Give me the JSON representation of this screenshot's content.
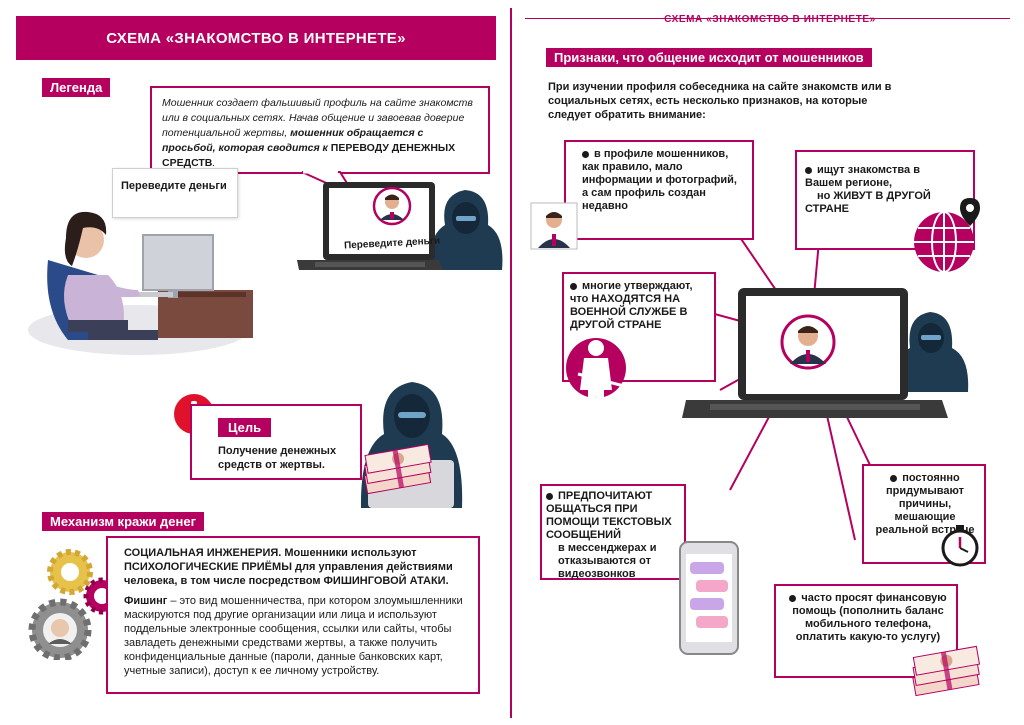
{
  "left": {
    "banner_title": "СХЕМА «ЗНАКОМСТВО В ИНТЕРНЕТЕ»",
    "legend": {
      "tag": "Легенда",
      "text_1": "Мошенник создает фальшивый профиль на сайте знакомств или в социальных сетях. Начав общение и завоевав доверие потенциальной жертвы, ",
      "text_2": "мошенник обращается с просьбой, которая сводится к ",
      "text_3": "ПЕРЕВОДУ ДЕНЕЖНЫХ СРЕДСТВ",
      "text_4": "."
    },
    "speech_woman": "Переведите деньги",
    "laptop_screen_text": "Переведите деньги",
    "goal": {
      "tag": "Цель",
      "text": "Получение денежных средств от жертвы."
    },
    "mechanism": {
      "tag": "Механизм кражи денег",
      "p1_a": "СОЦИАЛЬНАЯ ИНЖЕНЕРИЯ. Мошенники используют ПСИХОЛОГИЧЕСКИЕ ПРИЁМЫ для управления действиями человека, в том числе посредством ФИШИНГОВОЙ АТАКИ.",
      "p2_term": "Фишинг",
      "p2_text": " – это вид мошенничества, при котором злоумышленники маскируются под другие организации или лица и используют поддельные электронные сообщения, ссылки или сайты, чтобы завладеть денежными средствами жертвы, а также получить конфиденциальные данные (пароли, данные банковских карт, учетные записи), доступ к ее личному устройству."
    }
  },
  "right": {
    "header": "СХЕМА «ЗНАКОМСТВО В ИНТЕРНЕТЕ»",
    "signs_tag": "Признаки, что общение исходит от мошенников",
    "intro": "При изучении профиля собеседника на сайте знакомств или в социальных сетях, есть несколько признаков, на которые следует обратить внимание:",
    "sign_profile": "в профиле мошенников, как правило, мало информации и фотографий, а сам профиль создан недавно",
    "sign_region_1": "ищут знакомства в Вашем регионе,",
    "sign_region_2": "но ЖИВУТ В ДРУГОЙ СТРАНЕ",
    "sign_military": "многие утверждают, что НАХОДЯТСЯ НА ВОЕННОЙ СЛУЖБЕ В ДРУГОЙ СТРАНЕ",
    "sign_meet": "постоянно придумывают причины, мешающие реальной встрече",
    "sign_text_1": "ПРЕДПОЧИТАЮТ ОБЩАТЬСЯ ПРИ ПОМОЩИ ТЕКСТОВЫХ СООБЩЕНИЙ",
    "sign_text_2": "в мессенджерах и отказываются от видеозвонков",
    "sign_money": "часто просят финансовую помощь (пополнить баланс мобильного телефона, оплатить какую-то услугу)"
  },
  "colors": {
    "accent": "#b5005f",
    "hacker": "#1f3b52",
    "laptop": "#2b2b2b"
  },
  "icons": [
    "woman-at-computer",
    "hacker-icon",
    "laptop-icon",
    "warning-icon",
    "money-stack-icon",
    "gears-icon",
    "globe-pin-icon",
    "soldier-icon",
    "stopwatch-icon",
    "phone-icon",
    "profile-photo-icon"
  ]
}
